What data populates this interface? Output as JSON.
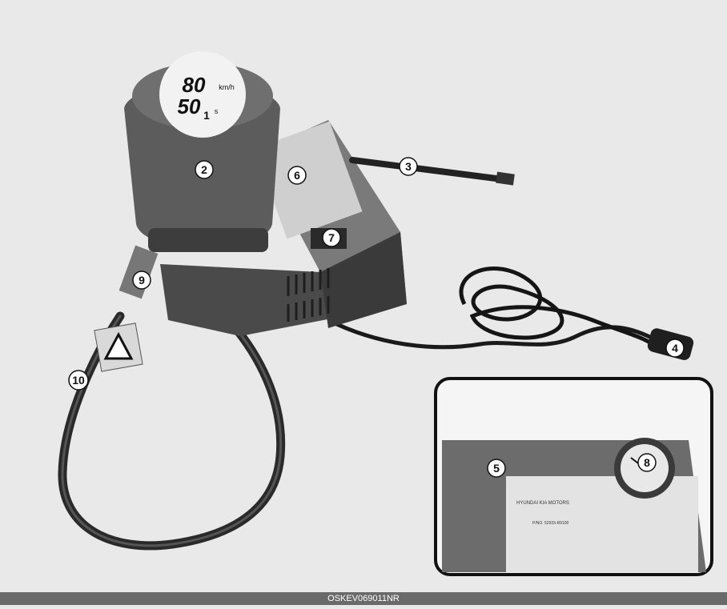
{
  "callouts": [
    "1",
    "2",
    "3",
    "4",
    "5",
    "6",
    "7",
    "8",
    "9",
    "10"
  ],
  "speed_label": {
    "max_speed": "80",
    "unit": "km/h",
    "time": "50",
    "time_unit": "s"
  },
  "warning_icon": "hot-surface-warning-icon",
  "inset_logo": {
    "brand": "HYUNDAI KIA MOTORS",
    "part_no": "P/NO. 52933-R9100"
  },
  "caption": "OSKEV069011NR",
  "colors": {
    "background": "#e9e9e9",
    "compressor_body": "#5c5c5c",
    "callout_fill": "#ffffff",
    "footer": "#6a6a6a"
  }
}
